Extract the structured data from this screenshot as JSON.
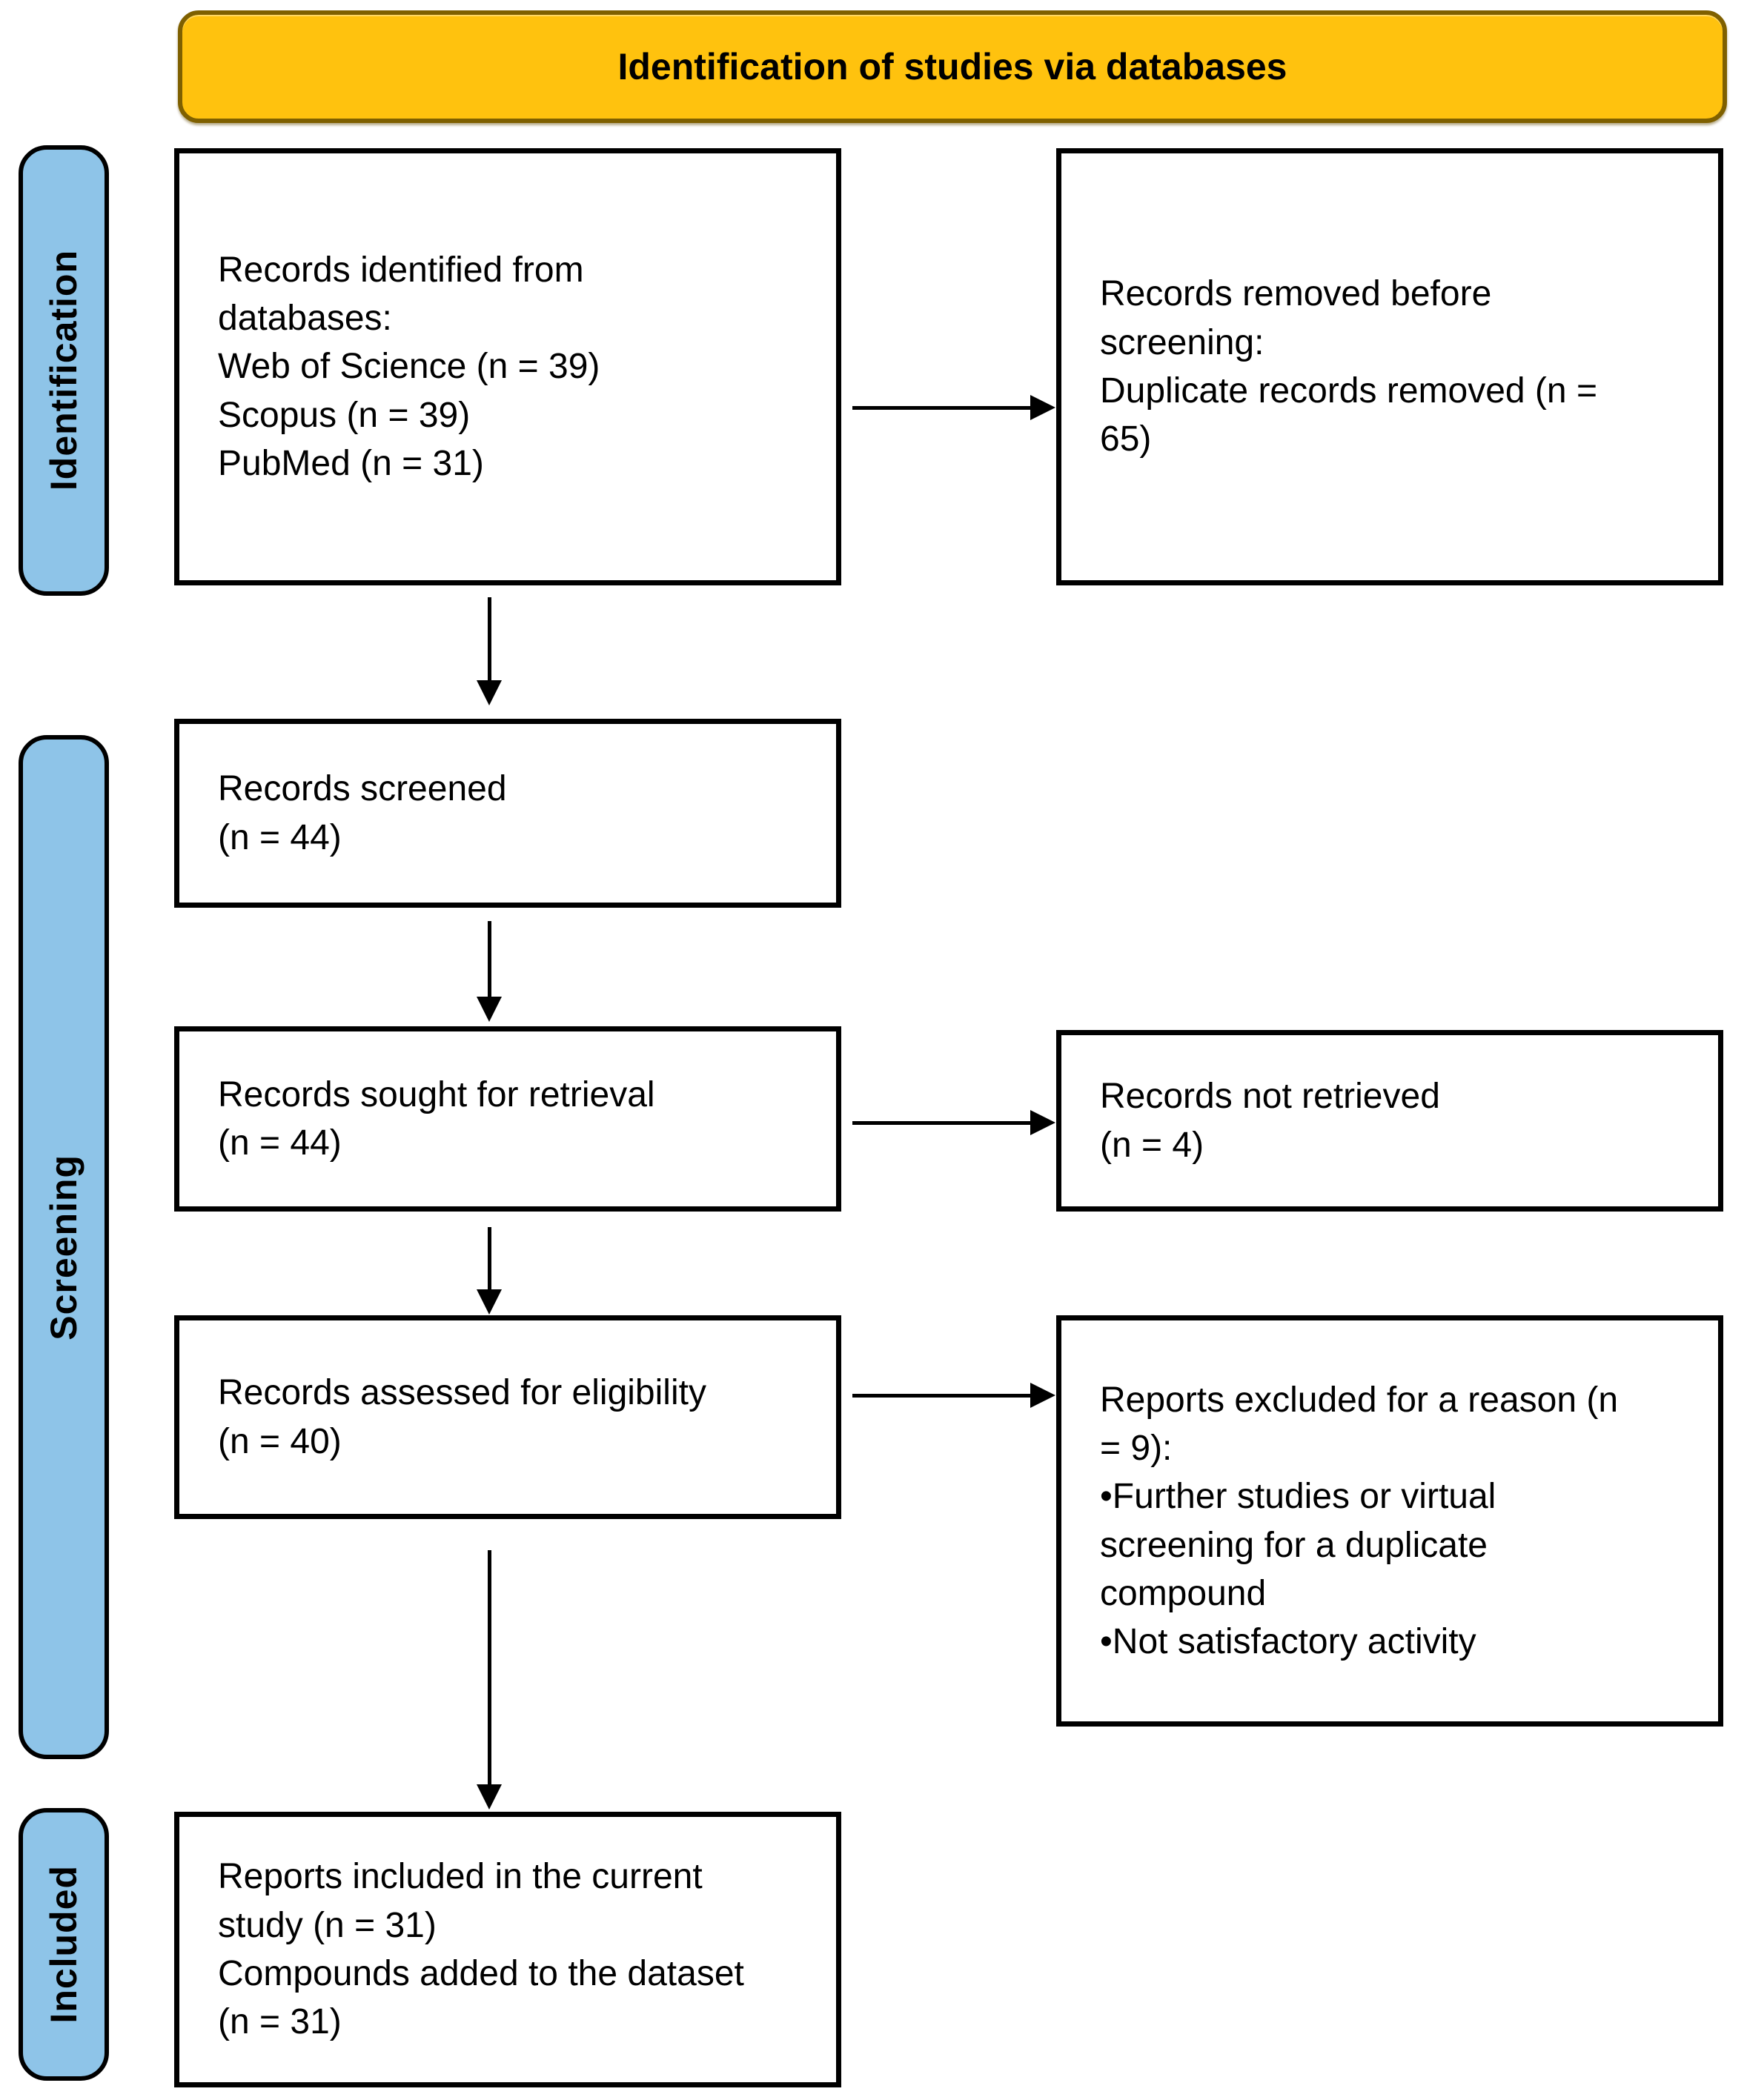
{
  "header": {
    "title": "Identification of studies via databases"
  },
  "stages": [
    {
      "label": "Identification"
    },
    {
      "label": "Screening"
    },
    {
      "label": "Included"
    }
  ],
  "boxes": {
    "records_identified": {
      "lines": [
        "Records identified from",
        "databases:",
        "Web of Science (n = 39)",
        "Scopus (n = 39)",
        "PubMed (n = 31)"
      ]
    },
    "records_removed": {
      "lines": [
        "Records removed before",
        "screening:",
        "Duplicate records removed (n =",
        "65)"
      ]
    },
    "records_screened": {
      "lines": [
        "Records screened",
        "(n = 44)"
      ]
    },
    "records_sought": {
      "lines": [
        "Records sought for retrieval",
        "(n = 44)"
      ]
    },
    "records_not_retrieved": {
      "lines": [
        "Records not retrieved",
        "(n = 4)"
      ]
    },
    "records_assessed": {
      "lines": [
        "Records assessed for eligibility",
        "(n = 40)"
      ]
    },
    "reports_excluded": {
      "lines": [
        "Reports excluded for a reason (n",
        "= 9):",
        "•Further studies or virtual",
        "screening for a duplicate",
        "compound",
        "•Not satisfactory activity"
      ]
    },
    "reports_included": {
      "lines": [
        "Reports included in the current",
        "study (n = 31)",
        "Compounds added to the dataset",
        "(n = 31)"
      ]
    }
  },
  "colors": {
    "header_bg": "#FFC20E",
    "header_border": "#7F6000",
    "stage_bg": "#8EC4E8",
    "ink": "#000000",
    "paper": "#FFFFFF"
  }
}
